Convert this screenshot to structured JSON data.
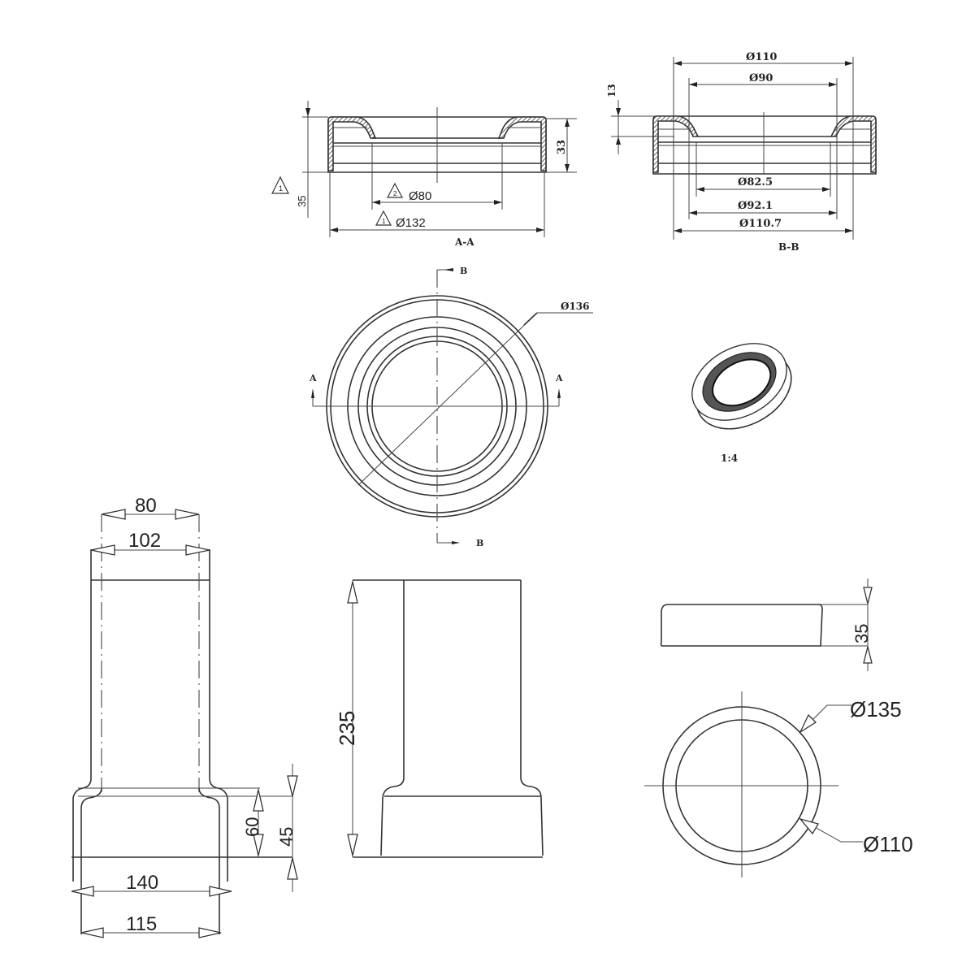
{
  "drawing": {
    "section_aa": {
      "label": "A-A",
      "height_total": "35",
      "height_body": "33",
      "inner_diameter": "Ø80",
      "outer_diameter": "Ø132",
      "revision_marker_1": "1",
      "revision_marker_2": "2",
      "revision_marker_3": "1"
    },
    "section_bb": {
      "label": "B-B",
      "lip_depth": "13",
      "top_outer_diameter": "Ø110",
      "top_inner_diameter": "Ø90",
      "bore_diameter_1": "Ø82.5",
      "bore_diameter_2": "Ø92.1",
      "bore_diameter_3": "Ø110.7"
    },
    "plan_view": {
      "diameter": "Ø136",
      "section_a_left": "A",
      "section_a_right": "A",
      "section_b_top": "B",
      "section_b_bottom": "B"
    },
    "iso_view": {
      "scale": "1:4"
    },
    "pipe_front": {
      "inner_width": "80",
      "outer_width": "102",
      "base_height": "60",
      "collar_height": "45",
      "base_outer_width": "140",
      "base_inner_width": "115"
    },
    "pipe_side": {
      "total_height": "235"
    },
    "ring_side": {
      "height": "35"
    },
    "ring_plan": {
      "outer_diameter": "Ø135",
      "inner_diameter": "Ø110"
    }
  }
}
